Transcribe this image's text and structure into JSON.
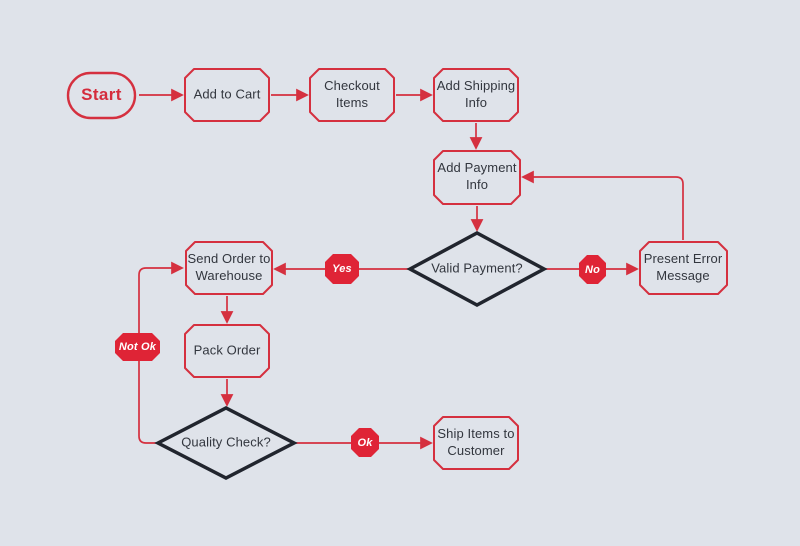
{
  "diagram": {
    "type": "flowchart",
    "colors": {
      "background": "#dfe3ea",
      "accent_red": "#d5303f",
      "badge_fill": "#df2436",
      "badge_text": "#ffffff",
      "decision_border": "#21252e",
      "node_text": "#32363e"
    },
    "nodes": {
      "start": {
        "label": "Start",
        "shape": "terminator"
      },
      "add_to_cart": {
        "label": "Add to Cart",
        "shape": "process"
      },
      "checkout_items": {
        "label": "Checkout Items",
        "shape": "process"
      },
      "add_shipping_info": {
        "label": "Add Shipping Info",
        "shape": "process"
      },
      "add_payment_info": {
        "label": "Add Payment Info",
        "shape": "process"
      },
      "valid_payment": {
        "label": "Valid Payment?",
        "shape": "decision"
      },
      "send_order_to_warehouse": {
        "label": "Send Order to Warehouse",
        "shape": "process"
      },
      "present_error_message": {
        "label": "Present Error Message",
        "shape": "process"
      },
      "pack_order": {
        "label": "Pack Order",
        "shape": "process"
      },
      "quality_check": {
        "label": "Quality Check?",
        "shape": "decision"
      },
      "ship_items_to_customer": {
        "label": "Ship Items to Customer",
        "shape": "process"
      }
    },
    "edge_labels": {
      "yes": "Yes",
      "no": "No",
      "ok": "Ok",
      "not_ok": "Not Ok"
    }
  }
}
